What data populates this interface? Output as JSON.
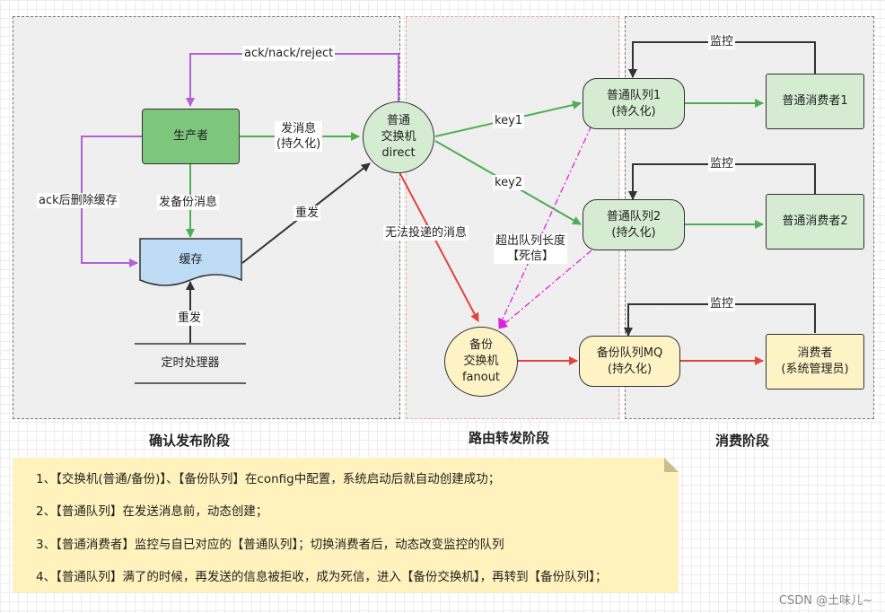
{
  "stages": {
    "confirm": "确认发布阶段",
    "route": "路由转发阶段",
    "consume": "消费阶段"
  },
  "nodes": {
    "producer": "生产者",
    "cache": "缓存",
    "timer": "定时处理器",
    "exchange_direct": "普通\n交换机\ndirect",
    "exchange_fanout": "备份\n交换机\nfanout",
    "queue1": "普通队列1\n(持久化)",
    "queue2": "普通队列2\n(持久化)",
    "backup_queue": "备份队列MQ\n(持久化)",
    "consumer1": "普通消费者1",
    "consumer2": "普通消费者2",
    "admin_consumer": "消费者\n(系统管理员)"
  },
  "edges": {
    "ack": "ack/nack/reject",
    "send": "发消息\n(持久化)",
    "ack_delete": "ack后删除缓存",
    "send_backup": "发备份消息",
    "resend_top": "重发",
    "resend_bottom": "重发",
    "key1": "key1",
    "key2": "key2",
    "undeliverable": "无法投递的消息",
    "overflow": "超出队列长度\n【死信】",
    "monitor1": "监控",
    "monitor2": "监控",
    "monitor3": "监控"
  },
  "notes": [
    "1、【交换机(普通/备份)】、【备份队列】在config中配置，系统启动后就自动创建成功；",
    "2、【普通队列】在发送消息前，动态创建；",
    "3、【普通消费者】监控与自已对应的【普通队列】；切换消费者后，动态改变监控的队列",
    "4、【普通队列】满了的时候，再发送的信息被拒收，成为死信，进入【备份交换机】，再转到【备份队列】；"
  ],
  "watermark": "CSDN @土味儿~",
  "colors": {
    "green_edge": "#4caf50",
    "purple_edge": "#b45fd6",
    "red_edge": "#e0443a",
    "magenta_dash": "#e020e0",
    "producer_fill": "#7dc77d",
    "green_fill": "#d5ecd2",
    "cache_fill": "#bfdcf7",
    "yellow_fill": "#fdf3c4",
    "note_fill": "#fff2bc"
  }
}
